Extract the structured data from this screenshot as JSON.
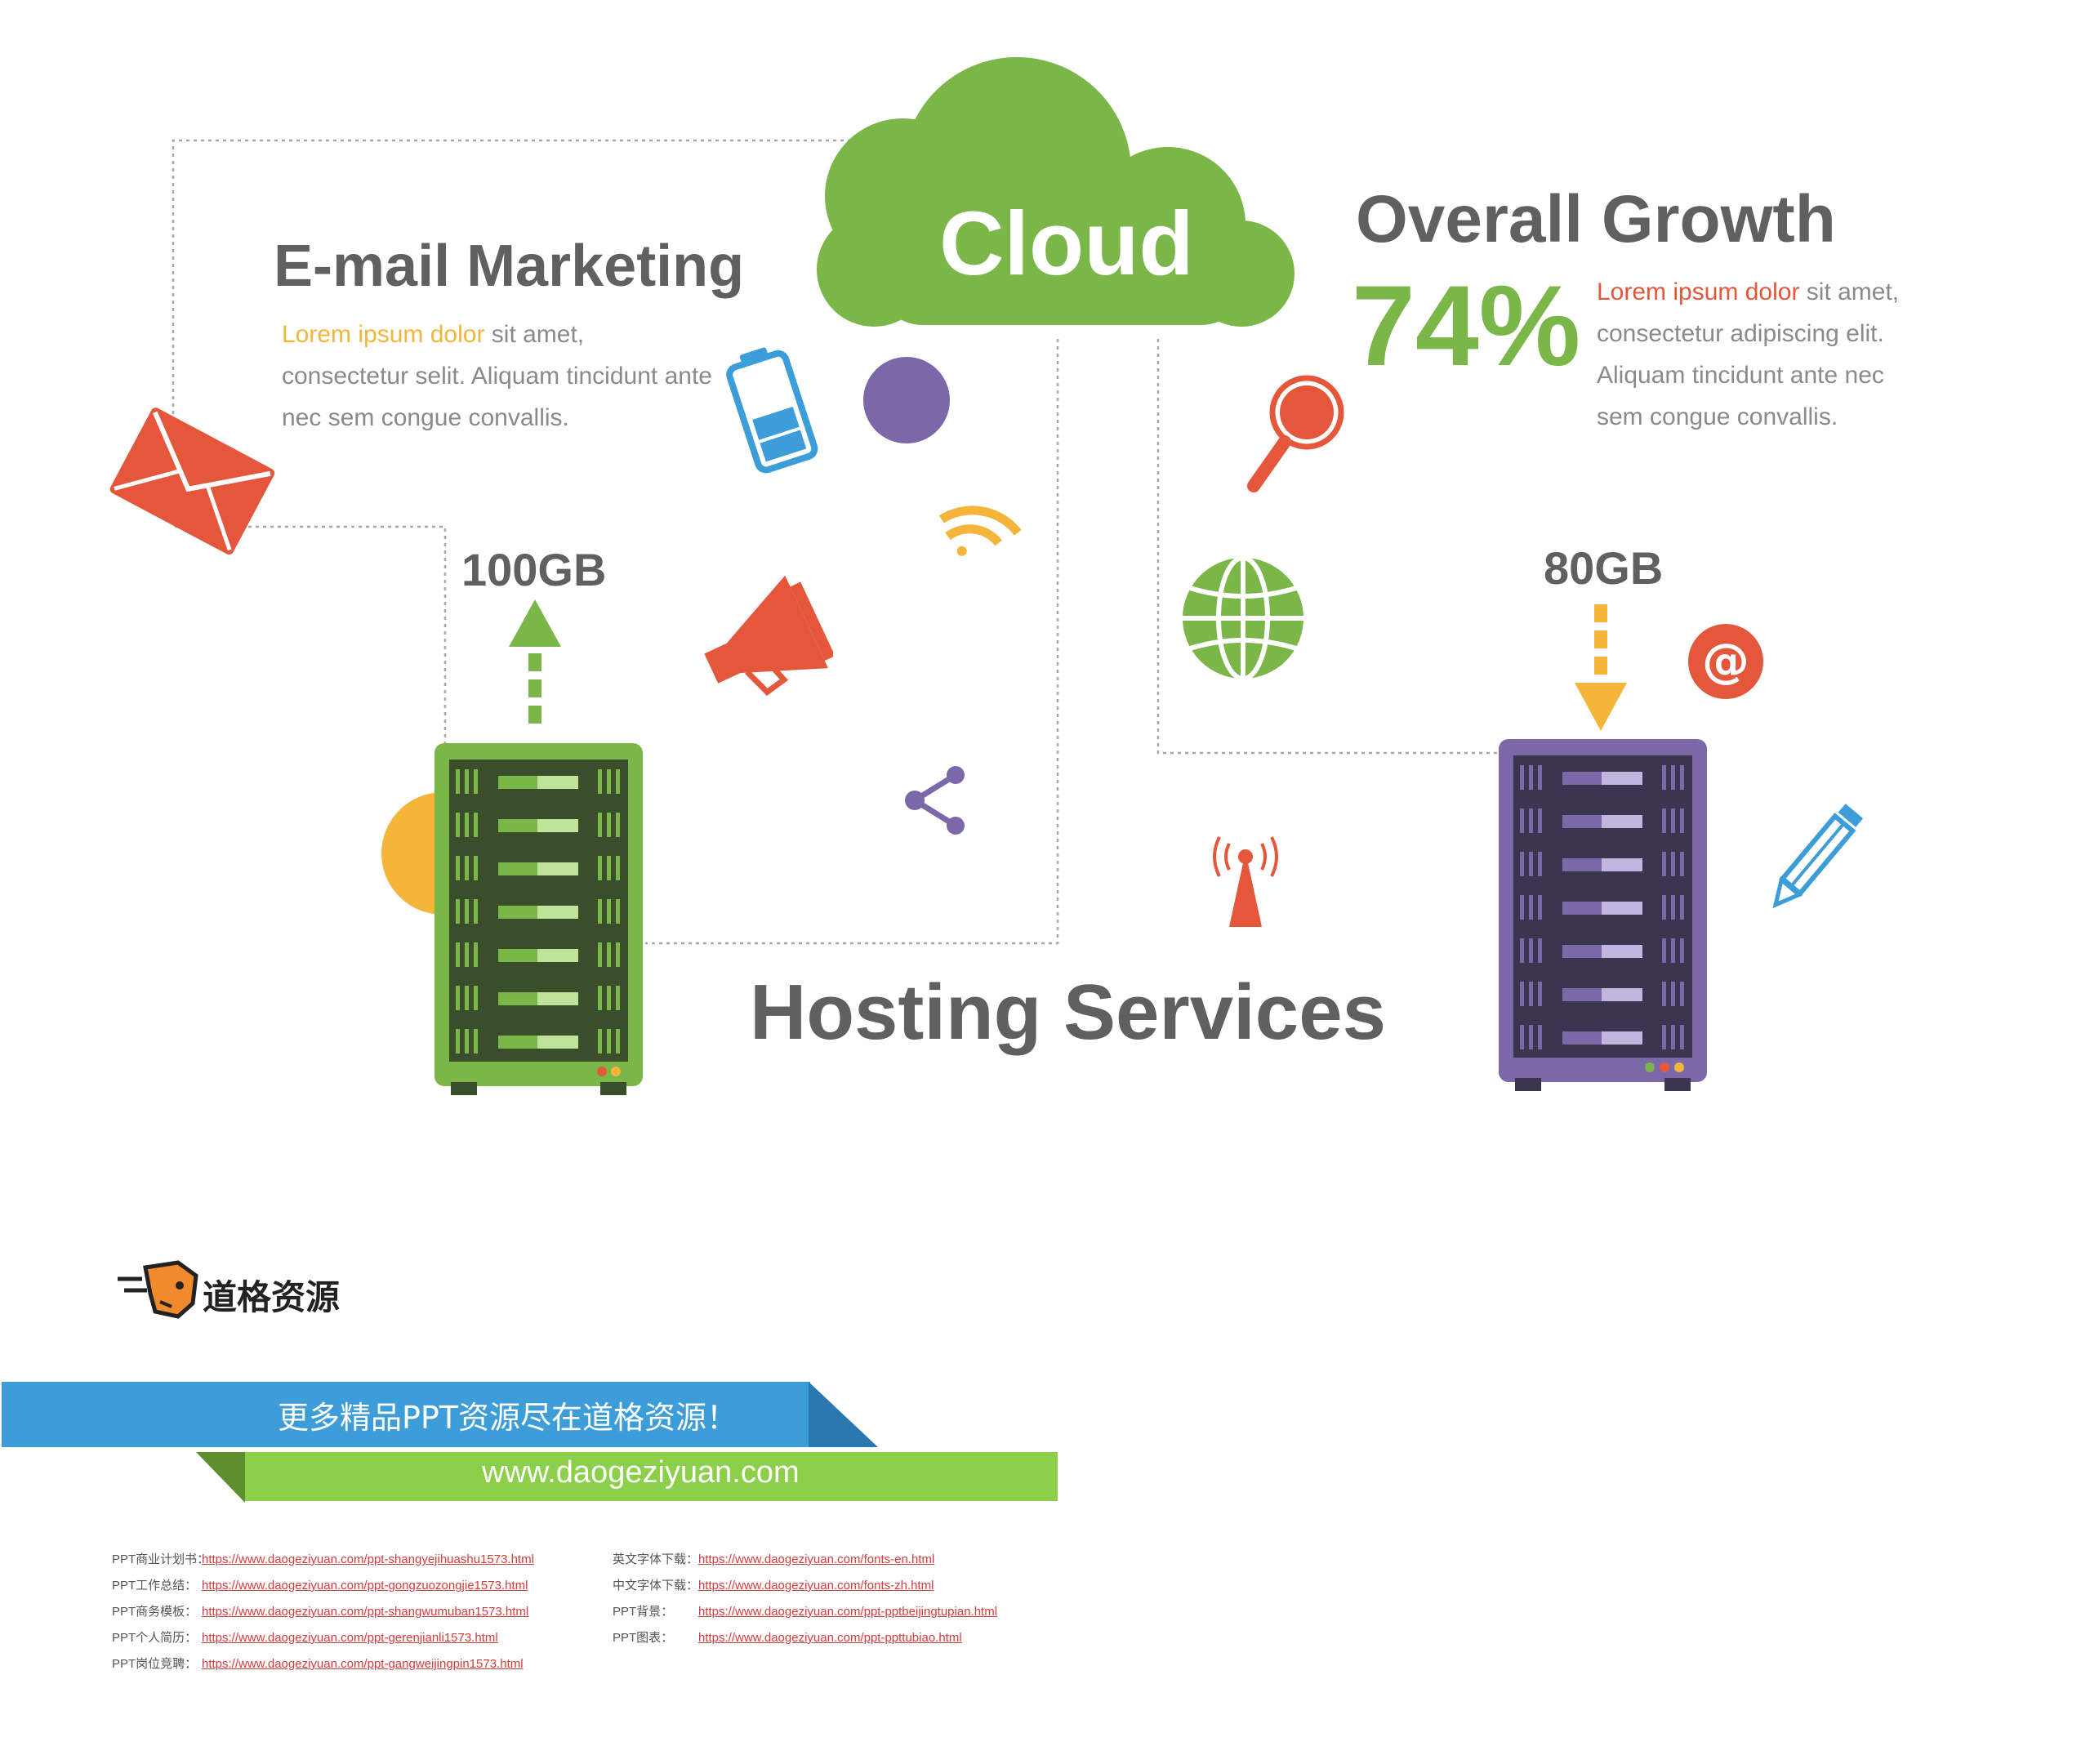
{
  "email": {
    "title": "E-mail Marketing",
    "highlight": "Lorem ipsum dolor",
    "line1_rest": " sit amet,",
    "line2": "consectetur selit. Aliquam tincidunt ante",
    "line3": "nec sem congue convallis."
  },
  "cloud": {
    "label": "Cloud"
  },
  "growth": {
    "title": "Overall Growth",
    "percent": "74%",
    "highlight": "Lorem ipsum dolor",
    "line1_rest": " sit amet,",
    "line2": "consectetur adipiscing elit.",
    "line3": "Aliquam tincidunt ante nec",
    "line4": "sem congue convallis."
  },
  "servers": {
    "left_capacity": "100GB",
    "right_capacity": "80GB"
  },
  "hosting": {
    "title": "Hosting Services"
  },
  "brand": {
    "name": "道格资源"
  },
  "banner": {
    "line1": "更多精品PPT资源尽在道格资源！",
    "line2": "www.daogeziyuan.com"
  },
  "links_left": [
    {
      "label": "PPT商业计划书：",
      "url": "https://www.daogeziyuan.com/ppt-shangyejihuashu1573.html"
    },
    {
      "label": "PPT工作总结：",
      "url": "https://www.daogeziyuan.com/ppt-gongzuozongjie1573.html"
    },
    {
      "label": "PPT商务模板：",
      "url": "https://www.daogeziyuan.com/ppt-shangwumuban1573.html"
    },
    {
      "label": "PPT个人简历：",
      "url": "https://www.daogeziyuan.com/ppt-gerenjianli1573.html"
    },
    {
      "label": "PPT岗位竞聘：",
      "url": "https://www.daogeziyuan.com/ppt-gangweijingpin1573.html"
    }
  ],
  "links_right": [
    {
      "label": "英文字体下载：",
      "url": "https://www.daogeziyuan.com/fonts-en.html"
    },
    {
      "label": "中文字体下载：",
      "url": "https://www.daogeziyuan.com/fonts-zh.html"
    },
    {
      "label": "PPT背景：",
      "url": "https://www.daogeziyuan.com/ppt-pptbeijingtupian.html"
    },
    {
      "label": "PPT图表：",
      "url": "https://www.daogeziyuan.com/ppt-ppttubiao.html"
    }
  ],
  "colors": {
    "green": "#7ab648",
    "dark_green": "#3a4e2c",
    "purple": "#7b68a8",
    "dark_purple": "#3b3550",
    "red": "#e4573a",
    "orange": "#f5b53b",
    "blue": "#3d9dd8",
    "banner_blue": "#3d9dd8",
    "banner_green": "#8bd048",
    "text_gray": "#606060"
  }
}
